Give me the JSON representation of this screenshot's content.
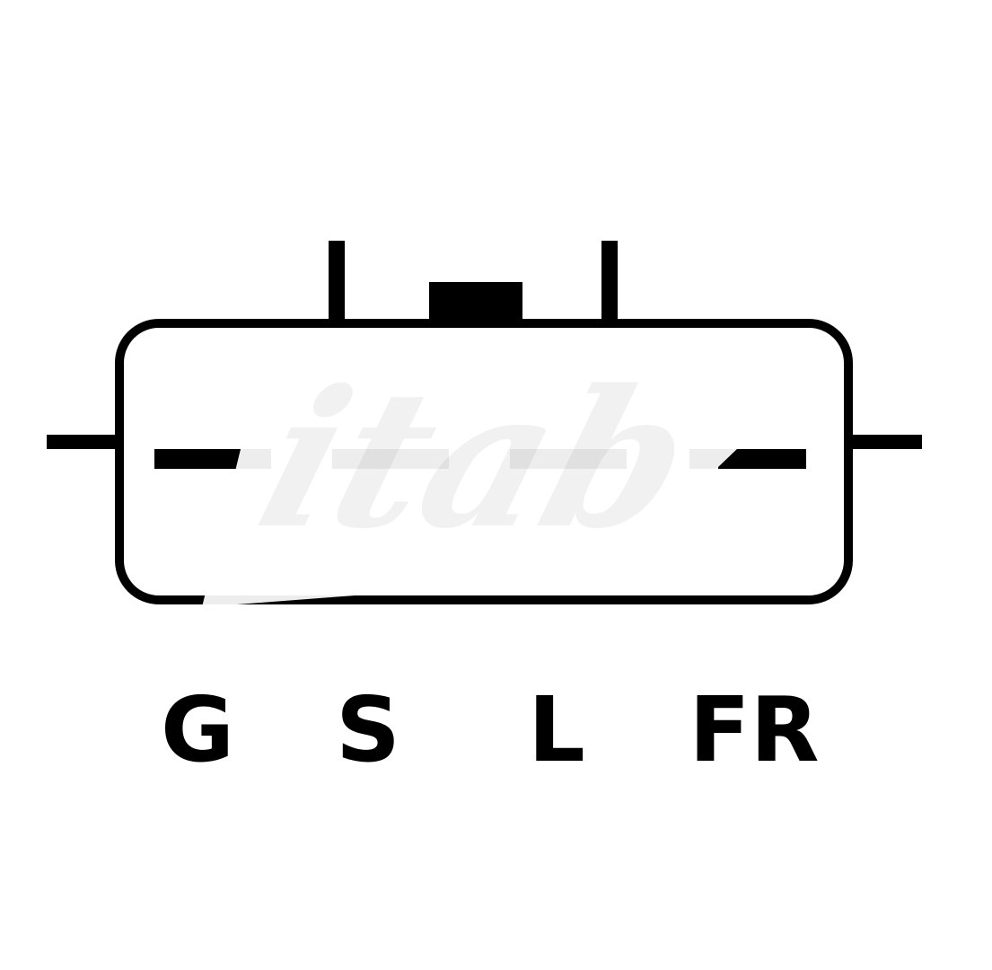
{
  "connector": {
    "pins": [
      {
        "label": "G"
      },
      {
        "label": "S"
      },
      {
        "label": "L"
      },
      {
        "label": "FR"
      }
    ]
  },
  "watermark": {
    "text": "ITAB"
  },
  "colors": {
    "stroke": "#000000",
    "background": "#ffffff",
    "watermark": "#f4f4f4"
  }
}
